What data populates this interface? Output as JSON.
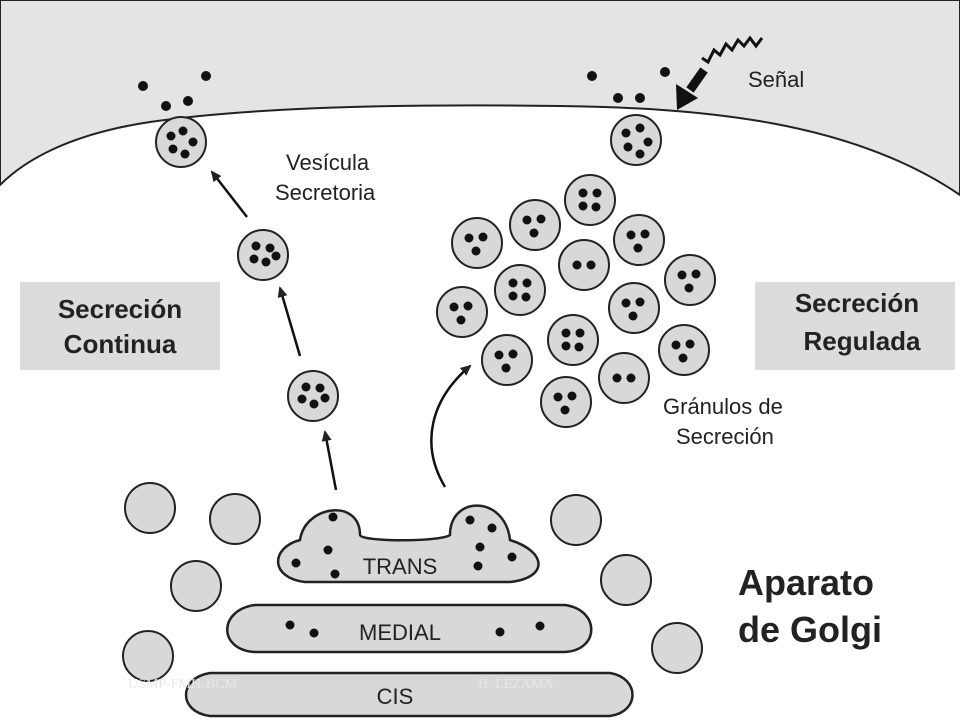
{
  "labels": {
    "signal": "Señal",
    "vesicle_line1": "Vesícula",
    "vesicle_line2": "Secretoria",
    "continuous_line1": "Secreción",
    "continuous_line2": "Continua",
    "regulated_line1": "Secreción",
    "regulated_line2": "Regulada",
    "granules_line1": "Gránulos de",
    "granules_line2": "Secreción",
    "golgi_line1": "Aparato",
    "golgi_line2": "de Golgi",
    "trans": "TRANS",
    "medial": "MEDIAL",
    "cis": "CIS"
  },
  "watermark": {
    "left": "USMP-FMH-BCM",
    "right": "H. LEZAMA"
  },
  "colors": {
    "membrane_fill": "#e4e4e4",
    "vesicle_fill": "#d8d8d8",
    "stroke": "#222222",
    "label_box": "#dcdcdc"
  }
}
